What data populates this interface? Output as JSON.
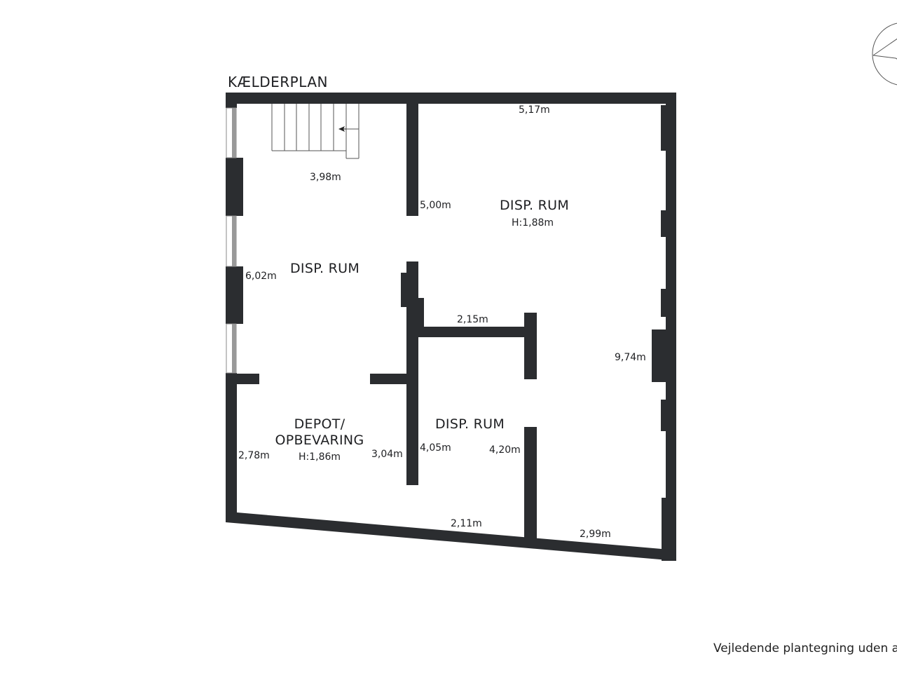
{
  "title": "KÆLDERPLAN",
  "wall_color": "#2b2d30",
  "rooms": [
    {
      "name": "DISP. RUM",
      "height": ""
    },
    {
      "name": "DISP. RUM",
      "height": "H:1,88m"
    },
    {
      "name": "DEPOT/\nOPBEVARING",
      "line1": "DEPOT/",
      "line2": "OPBEVARING",
      "height": "H:1,86m"
    },
    {
      "name": "DISP. RUM",
      "height": ""
    }
  ],
  "dimensions": {
    "top_right": "5,17m",
    "stair_area": "3,98m",
    "upper_partition": "5,00m",
    "left_room": "6,02m",
    "mid_partition": "2,15m",
    "right_wall": "9,74m",
    "depot_left": "2,78m",
    "depot_right": "3,04m",
    "middle_room_left": "4,05m",
    "middle_room_right": "4,20m",
    "bottom_middle": "2,11m",
    "bottom_right": "2,99m"
  },
  "footer_note": "Vejledende plantegning uden a",
  "compass_icon": "north-arrow-icon"
}
